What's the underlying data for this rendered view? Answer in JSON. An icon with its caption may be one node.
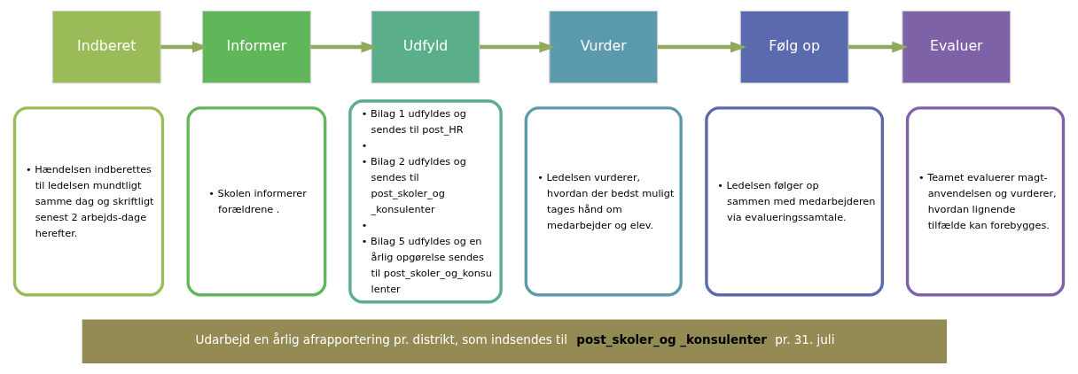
{
  "diagram": {
    "nodes": [
      {
        "text": [
          "Indberet"
        ]
      },
      {
        "text": [
          "Informer"
        ]
      },
      {
        "text": [
          "Udfyld"
        ]
      },
      {
        "text": [
          "Vurder"
        ]
      },
      {
        "text": [
          "Følg op"
        ]
      },
      {
        "text": [
          "Evaluer"
        ]
      },
      {
        "text": [
          "• Hændelsen indberettes til ledelsen mundtligt samme dag og skriftligt senest 2 arbejds-dage herefter."
        ]
      },
      {
        "text": [
          "• Skolen informerer forældrene ."
        ]
      },
      {
        "text": [
          "• Bilag 1 udfyldes og sendes til post_HR",
          "•",
          "• Bilag 2 udfyldes og sendes til post_skoler_og _konsulenter",
          "•",
          "• Bilag 5 udfyldes og en årlig opgørelse sendes til post_skoler_og_konsulenter"
        ]
      },
      {
        "text": [
          "• Ledelsen vurderer, hvordan der bedst muligt tages hånd om medarbejder og elev."
        ]
      },
      {
        "text": [
          "• Ledelsen følger op sammen med medarbejderen via evalueringssamtale."
        ]
      },
      {
        "text": [
          "• Teamet evaluerer magt-anvendelsen og vurderer, hvordan lignende tilfælde kan forebygges."
        ]
      },
      {
        "text": [
          "Udarbejd en årlig afrapportering pr. distrikt, som indsendes til **post_skoler_og _konsulenter** pr. 31. juli"
        ]
      }
    ],
    "edges": [
      {
        "from": 0,
        "to": 1,
        "arrow": "to"
      },
      {
        "from": 1,
        "to": 2,
        "arrow": "to"
      },
      {
        "from": 2,
        "to": 3,
        "arrow": "to"
      },
      {
        "from": 3,
        "to": 4,
        "arrow": "to"
      },
      {
        "from": 4,
        "to": 5,
        "arrow": "to"
      }
    ]
  }
}
